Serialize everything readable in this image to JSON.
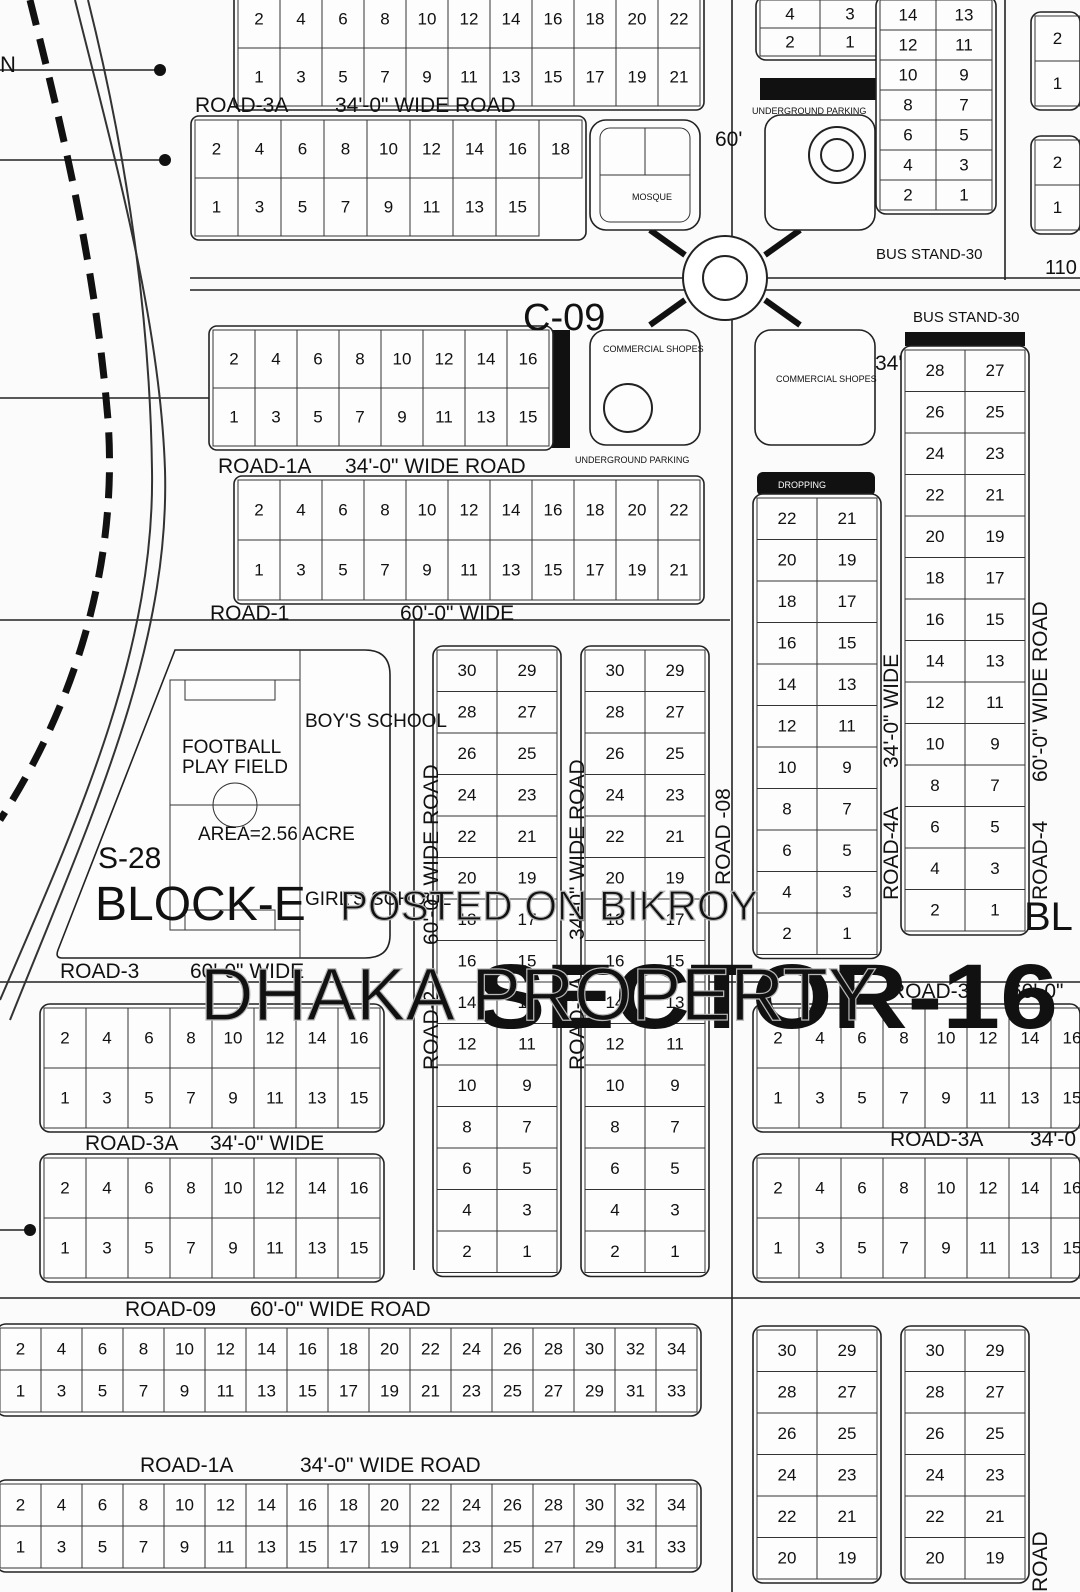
{
  "map": {
    "title": "SECTOR-16",
    "block_label": "BLOCK-E",
    "block_code": "S-28",
    "block_fragment_right": "BL",
    "center_code": "C-09",
    "right_edge_number": "110",
    "left_edge_letter": "N",
    "watermark_line1": "POSTED ON BIKROY",
    "watermark_line2": "DHAKA PROPERTY"
  },
  "road_labels": {
    "road_3a_top": "ROAD-3A",
    "road_3a_top_width": "34'-0\" WIDE ROAD",
    "road_1a_top": "ROAD-1A",
    "road_1a_top_width": "34'-0\" WIDE ROAD",
    "road_1": "ROAD-1",
    "road_1_width": "60'-0\" WIDE",
    "road_3_left": "ROAD-3",
    "road_3_left_width": "60'-0\" WIDE",
    "road_3a_left": "ROAD-3A",
    "road_3a_left_width": "34'-0\" WIDE",
    "road_09": "ROAD-09",
    "road_09_width": "60'-0\" WIDE ROAD",
    "road_1a_bottom": "ROAD-1A",
    "road_1a_bottom_width": "34'-0\" WIDE ROAD",
    "road_2_vertical": "ROAD-2",
    "road_2_width": "60'-0\" WIDE ROAD",
    "road_2a_vertical": "ROAD-2A",
    "road_2a_width": "34'-0\" WIDE ROAD",
    "road_08_vertical": "ROAD -08",
    "road_4a_vertical": "ROAD-4A",
    "road_4a_width": "34'-0\" WIDE",
    "road_4_vertical": "ROAD-4",
    "road_4_width": "60'-0\" WIDE ROAD",
    "road_3_right": "ROAD-3",
    "road_3_right_width": "60'-0\"",
    "road_3a_right": "ROAD-3A",
    "road_3a_right_width": "34'-0",
    "road_bottom_right": "ROAD",
    "dim_60": "60'",
    "dim_34": "34'"
  },
  "facilities": {
    "football_field": "FOOTBALL PLAY FIELD",
    "area": "AREA=2.56 ACRE",
    "boys_school": "BOY'S SCHOOL",
    "girls_school": "GIRL'S SCHOOL",
    "mosque": "MOSQUE",
    "commercial_shops_1": "COMMERCIAL SHOPES",
    "commercial_shops_2": "COMMERCIAL SHOPES",
    "underground_parking_1": "UNDERGROUND PARKING",
    "underground_parking_2": "UNDERGROUND PARKING",
    "bus_stand_1": "BUS STAND-30",
    "bus_stand_2": "BUS STAND-30",
    "dropping": "DROPPING"
  },
  "plot_grids": [
    {
      "name": "grid-top-block-a",
      "rows": [
        [
          "2",
          "4",
          "6",
          "8",
          "10",
          "12",
          "14",
          "16",
          "18",
          "20",
          "22"
        ],
        [
          "1",
          "3",
          "5",
          "7",
          "9",
          "11",
          "13",
          "15",
          "17",
          "19",
          "21"
        ]
      ]
    },
    {
      "name": "grid-top-small-block",
      "rows": [
        [
          "4",
          "3"
        ],
        [
          "2",
          "1"
        ]
      ]
    },
    {
      "name": "grid-top-right-block",
      "rows": [
        [
          "14",
          "13"
        ],
        [
          "12",
          "11"
        ],
        [
          "10",
          "9"
        ],
        [
          "8",
          "7"
        ],
        [
          "6",
          "5"
        ],
        [
          "4",
          "3"
        ],
        [
          "2",
          "1"
        ]
      ]
    },
    {
      "name": "grid-edge-right-top",
      "rows": [
        [
          "2"
        ],
        [
          "1"
        ]
      ]
    },
    {
      "name": "grid-edge-right-mid",
      "rows": [
        [
          "2"
        ],
        [
          "1"
        ]
      ]
    },
    {
      "name": "grid-road3a-block",
      "rows": [
        [
          "2",
          "4",
          "6",
          "8",
          "10",
          "12",
          "14",
          "16",
          "18"
        ],
        [
          "1",
          "3",
          "5",
          "7",
          "9",
          "11",
          "13",
          "15"
        ]
      ]
    },
    {
      "name": "grid-road1a-upper-block",
      "rows": [
        [
          "2",
          "4",
          "6",
          "8",
          "10",
          "12",
          "14",
          "16"
        ],
        [
          "1",
          "3",
          "5",
          "7",
          "9",
          "11",
          "13",
          "15"
        ]
      ]
    },
    {
      "name": "grid-road1-block",
      "rows": [
        [
          "2",
          "4",
          "6",
          "8",
          "10",
          "12",
          "14",
          "16",
          "18",
          "20",
          "22"
        ],
        [
          "1",
          "3",
          "5",
          "7",
          "9",
          "11",
          "13",
          "15",
          "17",
          "19",
          "21"
        ]
      ]
    },
    {
      "name": "grid-bus-stand-block",
      "rows": [
        [
          "28",
          "27"
        ],
        [
          "26",
          "25"
        ],
        [
          "24",
          "23"
        ],
        [
          "22",
          "21"
        ],
        [
          "20",
          "19"
        ],
        [
          "18",
          "17"
        ],
        [
          "16",
          "15"
        ],
        [
          "14",
          "13"
        ],
        [
          "12",
          "11"
        ],
        [
          "10",
          "9"
        ],
        [
          "8",
          "7"
        ],
        [
          "6",
          "5"
        ],
        [
          "4",
          "3"
        ],
        [
          "2",
          "1"
        ]
      ]
    },
    {
      "name": "grid-dropping-block",
      "rows": [
        [
          "22",
          "21"
        ],
        [
          "20",
          "19"
        ],
        [
          "18",
          "17"
        ],
        [
          "16",
          "15"
        ],
        [
          "14",
          "13"
        ],
        [
          "12",
          "11"
        ],
        [
          "10",
          "9"
        ],
        [
          "8",
          "7"
        ],
        [
          "6",
          "5"
        ],
        [
          "4",
          "3"
        ],
        [
          "2",
          "1"
        ]
      ]
    },
    {
      "name": "grid-col-block-1",
      "rows": [
        [
          "30",
          "29"
        ],
        [
          "28",
          "27"
        ],
        [
          "26",
          "25"
        ],
        [
          "24",
          "23"
        ],
        [
          "22",
          "21"
        ],
        [
          "20",
          "19"
        ],
        [
          "18",
          "17"
        ],
        [
          "16",
          "15"
        ],
        [
          "14",
          "13"
        ],
        [
          "12",
          "11"
        ],
        [
          "10",
          "9"
        ],
        [
          "8",
          "7"
        ],
        [
          "6",
          "5"
        ],
        [
          "4",
          "3"
        ],
        [
          "2",
          "1"
        ]
      ]
    },
    {
      "name": "grid-col-block-2",
      "rows": [
        [
          "30",
          "29"
        ],
        [
          "28",
          "27"
        ],
        [
          "26",
          "25"
        ],
        [
          "24",
          "23"
        ],
        [
          "22",
          "21"
        ],
        [
          "20",
          "19"
        ],
        [
          "18",
          "17"
        ],
        [
          "16",
          "15"
        ],
        [
          "14",
          "13"
        ],
        [
          "12",
          "11"
        ],
        [
          "10",
          "9"
        ],
        [
          "8",
          "7"
        ],
        [
          "6",
          "5"
        ],
        [
          "4",
          "3"
        ],
        [
          "2",
          "1"
        ]
      ]
    },
    {
      "name": "grid-left-road3-block",
      "rows": [
        [
          "2",
          "4",
          "6",
          "8",
          "10",
          "12",
          "14",
          "16"
        ],
        [
          "1",
          "3",
          "5",
          "7",
          "9",
          "11",
          "13",
          "15"
        ]
      ]
    },
    {
      "name": "grid-left-road3a-block",
      "rows": [
        [
          "2",
          "4",
          "6",
          "8",
          "10",
          "12",
          "14",
          "16"
        ],
        [
          "1",
          "3",
          "5",
          "7",
          "9",
          "11",
          "13",
          "15"
        ]
      ]
    },
    {
      "name": "grid-right-road3-block",
      "rows": [
        [
          "2",
          "4",
          "6",
          "8",
          "10",
          "12",
          "14",
          "16"
        ],
        [
          "1",
          "3",
          "5",
          "7",
          "9",
          "11",
          "13",
          "15"
        ]
      ]
    },
    {
      "name": "grid-right-road3a-block",
      "rows": [
        [
          "2",
          "4",
          "6",
          "8",
          "10",
          "12",
          "14",
          "16"
        ],
        [
          "1",
          "3",
          "5",
          "7",
          "9",
          "11",
          "13",
          "15"
        ]
      ]
    },
    {
      "name": "grid-road09-block",
      "rows": [
        [
          "2",
          "4",
          "6",
          "8",
          "10",
          "12",
          "14",
          "16",
          "18",
          "20",
          "22",
          "24",
          "26",
          "28",
          "30",
          "32",
          "34"
        ],
        [
          "1",
          "3",
          "5",
          "7",
          "9",
          "11",
          "13",
          "15",
          "17",
          "19",
          "21",
          "23",
          "25",
          "27",
          "29",
          "31",
          "33"
        ]
      ]
    },
    {
      "name": "grid-road1a-lower-block",
      "rows": [
        [
          "2",
          "4",
          "6",
          "8",
          "10",
          "12",
          "14",
          "16",
          "18",
          "20",
          "22",
          "24",
          "26",
          "28",
          "30",
          "32",
          "34"
        ],
        [
          "1",
          "3",
          "5",
          "7",
          "9",
          "11",
          "13",
          "15",
          "17",
          "19",
          "21",
          "23",
          "25",
          "27",
          "29",
          "31",
          "33"
        ]
      ]
    },
    {
      "name": "grid-bottom-right-block-1",
      "rows": [
        [
          "30",
          "29"
        ],
        [
          "28",
          "27"
        ],
        [
          "26",
          "25"
        ],
        [
          "24",
          "23"
        ],
        [
          "22",
          "21"
        ],
        [
          "20",
          "19"
        ]
      ]
    },
    {
      "name": "grid-bottom-right-block-2",
      "rows": [
        [
          "30",
          "29"
        ],
        [
          "28",
          "27"
        ],
        [
          "26",
          "25"
        ],
        [
          "24",
          "23"
        ],
        [
          "22",
          "21"
        ],
        [
          "20",
          "19"
        ]
      ]
    }
  ],
  "colors": {
    "ink": "#111111",
    "paper": "#fbfbfb",
    "watermark": "#b8b8b8"
  }
}
